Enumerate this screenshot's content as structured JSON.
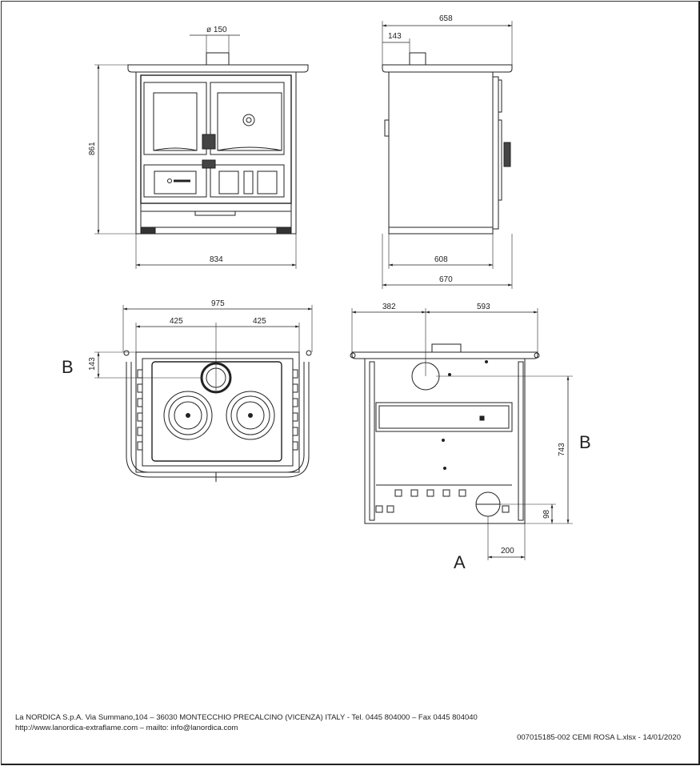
{
  "views": {
    "front": {
      "flue_diameter": "ø 150",
      "height": "861",
      "width": "834"
    },
    "side": {
      "depth_overall": "658",
      "flue_offset": "143",
      "body_depth": "608",
      "base_depth": "670"
    },
    "top": {
      "width_overall": "975",
      "left_half": "425",
      "right_half": "425",
      "flue_from_back": "143",
      "marker": "B"
    },
    "rear": {
      "left_offset": "382",
      "right_offset": "593",
      "height_b": "743",
      "height_a": "98",
      "a_offset": "200",
      "marker_a": "A",
      "marker_b": "B"
    }
  },
  "footer": {
    "company_line": "La NORDICA S.p.A. Via Summano,104 – 36030 MONTECCHIO PRECALCINO (VICENZA) ITALY - Tel. 0445 804000 – Fax 0445 804040",
    "web_line": "http://www.lanordica-extraflame.com – mailto: info@lanordica.com",
    "doc_ref": "007015185-002 CEMI ROSA L.xlsx - 14/01/2020"
  }
}
